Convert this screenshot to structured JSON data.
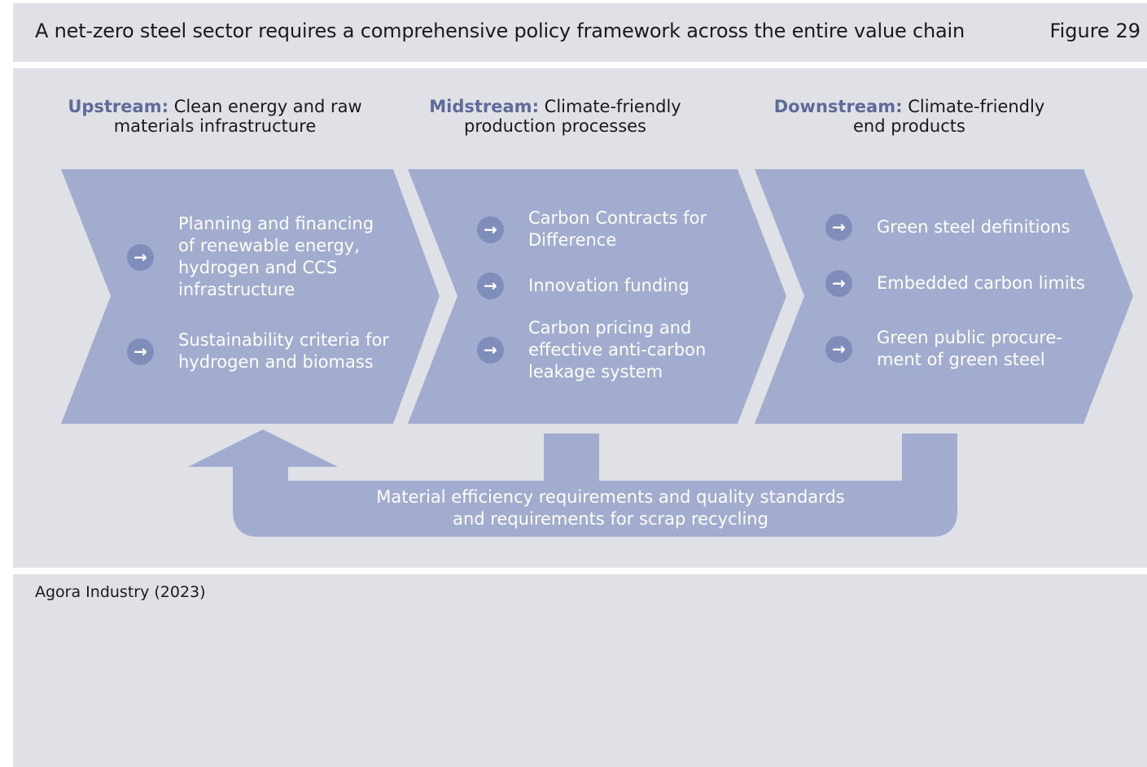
{
  "header": {
    "title": "A net-zero steel sector requires a comprehensive policy framework across the entire value chain",
    "figure_label": "Figure 29"
  },
  "stages": [
    {
      "keyword": "Upstream:",
      "heading_line1": "Clean energy and raw",
      "heading_line2": "materials infrastructure",
      "items": [
        [
          "Planning and financing",
          "of renewable energy,",
          "hydrogen and CCS",
          "infrastructure"
        ],
        [
          "Sustainability criteria for",
          "hydrogen and biomass"
        ]
      ]
    },
    {
      "keyword": "Midstream:",
      "heading_line1": "Climate-friendly",
      "heading_line2": "production processes",
      "items": [
        [
          "Carbon Contracts for",
          "Difference"
        ],
        [
          "Innovation funding"
        ],
        [
          "Carbon pricing and",
          "effective anti-carbon",
          "leakage system"
        ]
      ]
    },
    {
      "keyword": "Downstream:",
      "heading_line1": "Climate-friendly",
      "heading_line2": "end products",
      "items": [
        [
          "Green steel definitions"
        ],
        [
          "Embedded carbon limits"
        ],
        [
          "Green public procure-",
          "ment of green steel"
        ]
      ]
    }
  ],
  "feedback_loop": {
    "line1": "Material efficiency requirements and quality standards",
    "line2": "and requirements for scrap recycling"
  },
  "arrow_icon": "arrow-right-icon",
  "source": "Agora Industry (2023)",
  "colors": {
    "panel_background": "#e0e1e7",
    "shape_fill": "#a1acce",
    "icon_fill": "#7f8dba",
    "keyword": "#5e6b99"
  }
}
